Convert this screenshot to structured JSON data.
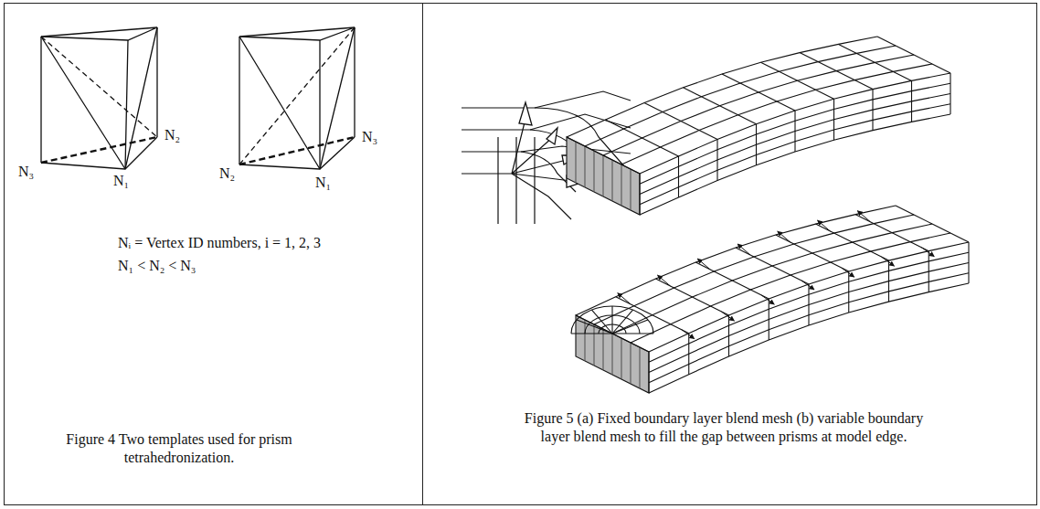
{
  "diagram": {
    "nodes": [
      {
        "text": [
          "Nᵢ = Vertex ID numbers, i = 1, 2, 3",
          "N₁ < N₂ < N₃",
          "Figure 4  Two templates used for prism tetrahedronization."
        ]
      },
      {
        "text": [
          "Figure 5  (a) Fixed boundary layer blend mesh (b) variable boundary layer blend mesh to fill the gap between prisms at model edge."
        ]
      }
    ],
    "labels": [
      "N₃",
      "N₂",
      "N₁",
      "N₂",
      "N₃",
      "N₁"
    ]
  }
}
